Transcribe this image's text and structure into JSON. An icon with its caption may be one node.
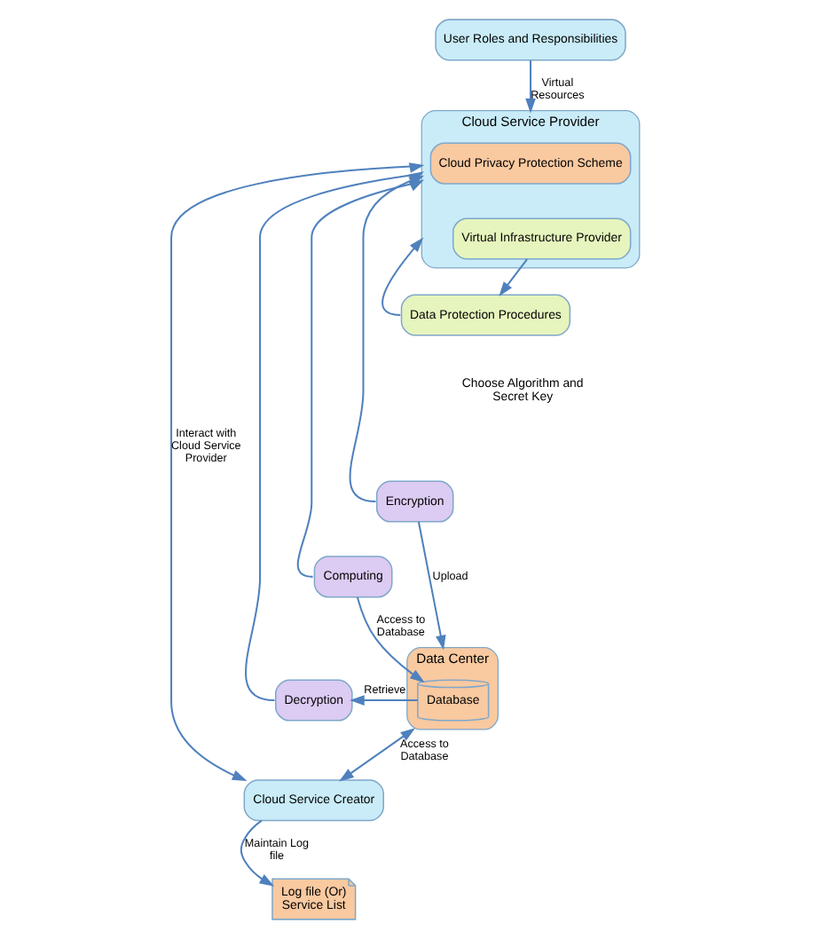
{
  "diagram": {
    "nodes": [
      {
        "text": [
          "User Roles and Responsibilities"
        ]
      },
      {
        "text": [
          "Cloud Service Provider"
        ]
      },
      {
        "text": [
          "Cloud Privacy Protection Scheme"
        ],
        "in": 1
      },
      {
        "text": [
          "Virtual Infrastructure Provider"
        ],
        "in": 1
      },
      {
        "text": [
          "Data Protection Procedures"
        ]
      },
      {
        "text": [
          "Encryption"
        ]
      },
      {
        "text": [
          "Computing"
        ]
      },
      {
        "text": [
          "Decryption"
        ]
      },
      {
        "text": [
          "Data Center"
        ]
      },
      {
        "text": [
          "Database"
        ],
        "in": 8
      },
      {
        "text": [
          "Log file (Or) Service List"
        ]
      },
      {
        "text": [
          "Cloud Service Creator"
        ]
      }
    ],
    "edges": [
      {
        "from": 0,
        "to": 1,
        "arrow": "to",
        "label": "Virtual Resources"
      },
      {
        "from": 3,
        "to": 4,
        "arrow": "to"
      },
      {
        "from": 4,
        "to": 1,
        "arrow": "to"
      },
      {
        "from": 5,
        "to": 1,
        "arrow": "to"
      },
      {
        "from": 6,
        "to": 1,
        "arrow": "to"
      },
      {
        "from": 7,
        "to": 1,
        "arrow": "to"
      },
      {
        "from": 5,
        "to": 8,
        "arrow": "to",
        "label": "Upload"
      },
      {
        "from": 6,
        "to": 9,
        "arrow": "to",
        "label": "Access to Database"
      },
      {
        "from": 9,
        "to": 7,
        "arrow": "to",
        "label": "Retrieve"
      },
      {
        "from": 11,
        "to": 8,
        "arrow": "both",
        "label": "Access to Database"
      },
      {
        "from": 11,
        "to": 10,
        "arrow": "to",
        "label": "Maintain Log file"
      },
      {
        "from": 11,
        "to": 1,
        "arrow": "both",
        "label": "Interact with Cloud Service Provider"
      }
    ],
    "labels": [
      "Choose Algorithm and Secret Key"
    ]
  }
}
